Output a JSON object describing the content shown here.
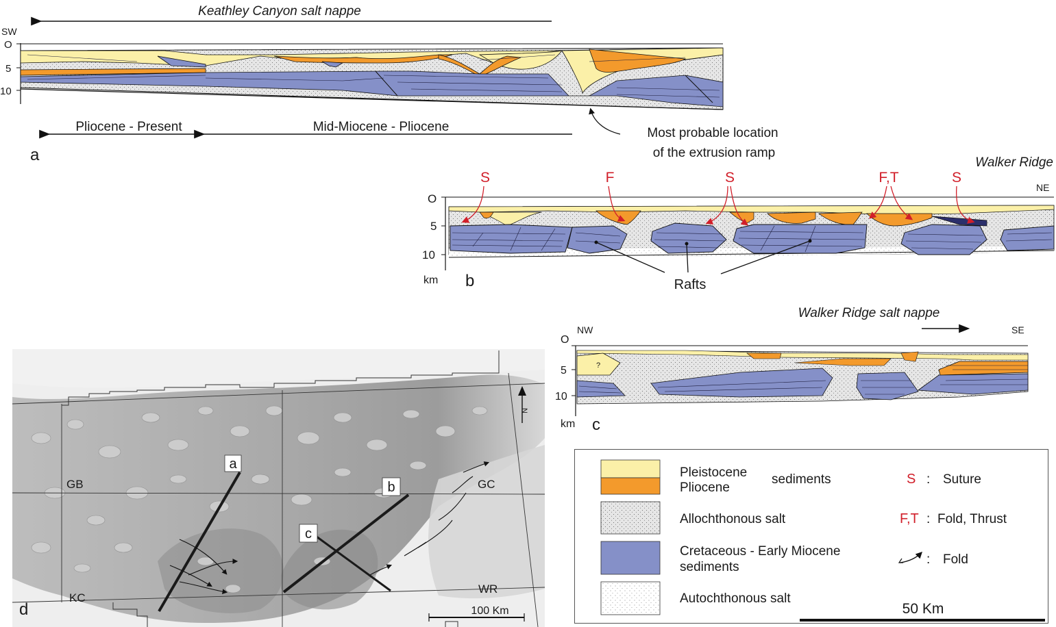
{
  "sectionA": {
    "title": "Keathley Canyon salt nappe",
    "dir_left": "SW",
    "depth_ticks": [
      "O",
      "5",
      "10"
    ],
    "age_left": "Pliocene - Present",
    "age_right": "Mid-Miocene - Pliocene",
    "annotation_line1": "Most probable location",
    "annotation_line2": "of the extrusion ramp",
    "panel_letter": "a"
  },
  "sectionB": {
    "title": "Walker Ridge",
    "dir_right": "NE",
    "depth_ticks": [
      "O",
      "5",
      "10"
    ],
    "unit": "km",
    "panel_letter": "b",
    "markers": [
      "S",
      "F",
      "S",
      "F,T",
      "S"
    ],
    "rafts_label": "Rafts"
  },
  "sectionC": {
    "title": "Walker Ridge salt nappe",
    "dir_left": "NW",
    "dir_right": "SE",
    "depth_ticks": [
      "O",
      "5",
      "10"
    ],
    "unit": "km",
    "panel_letter": "c",
    "question": "?"
  },
  "map": {
    "panel_letter": "d",
    "areas": [
      "GB",
      "GC",
      "KC",
      "WR"
    ],
    "line_labels": [
      "a",
      "b",
      "c"
    ],
    "north": "N",
    "scale": "100 Km"
  },
  "legend": {
    "pleistocene": "Pleistocene",
    "pliocene": "Pliocene",
    "sediments": "sediments",
    "allochthonous": "Allochthonous salt",
    "cretaceous_line1": "Cretaceous - Early Miocene",
    "cretaceous_line2": "sediments",
    "autochthonous": "Autochthonous salt",
    "s_key": "S",
    "s_desc": "Suture",
    "ft_key": "F,T",
    "ft_desc": "Fold, Thrust",
    "fold_desc": "Fold",
    "colon": ":",
    "scale": "50 Km"
  },
  "colors": {
    "pleistocene": "#fbf0a8",
    "pliocene": "#f39a2c",
    "cretaceous": "#8590c8",
    "salt": "#e2e2e2",
    "suture_red": "#d11f2a"
  }
}
